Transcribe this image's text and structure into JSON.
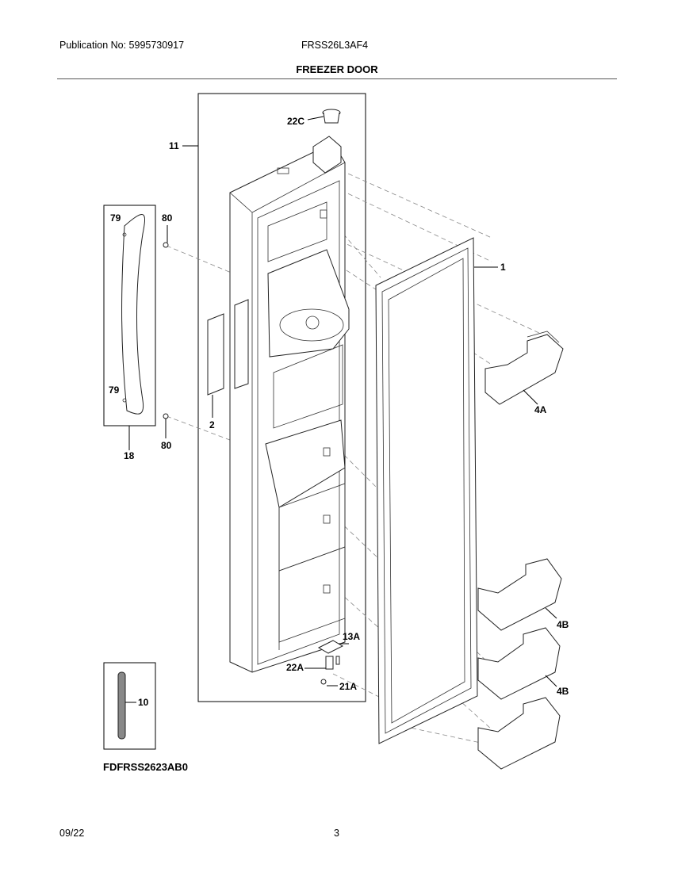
{
  "header": {
    "publication": "Publication No: 5995730917",
    "model": "FRSS26L3AF4",
    "title": "FREEZER DOOR"
  },
  "footer": {
    "date": "09/22",
    "page": "3"
  },
  "diagram_code": "FDFRSS2623AB0",
  "part_labels": {
    "p22c": "22C",
    "p11": "11",
    "p79a": "79",
    "p80a": "80",
    "p1": "1",
    "p79b": "79",
    "p2": "2",
    "p4a": "4A",
    "p18": "18",
    "p80b": "80",
    "p4b1": "4B",
    "p13a": "13A",
    "p22a": "22A",
    "p21a": "21A",
    "p4b2": "4B",
    "p10": "10"
  }
}
